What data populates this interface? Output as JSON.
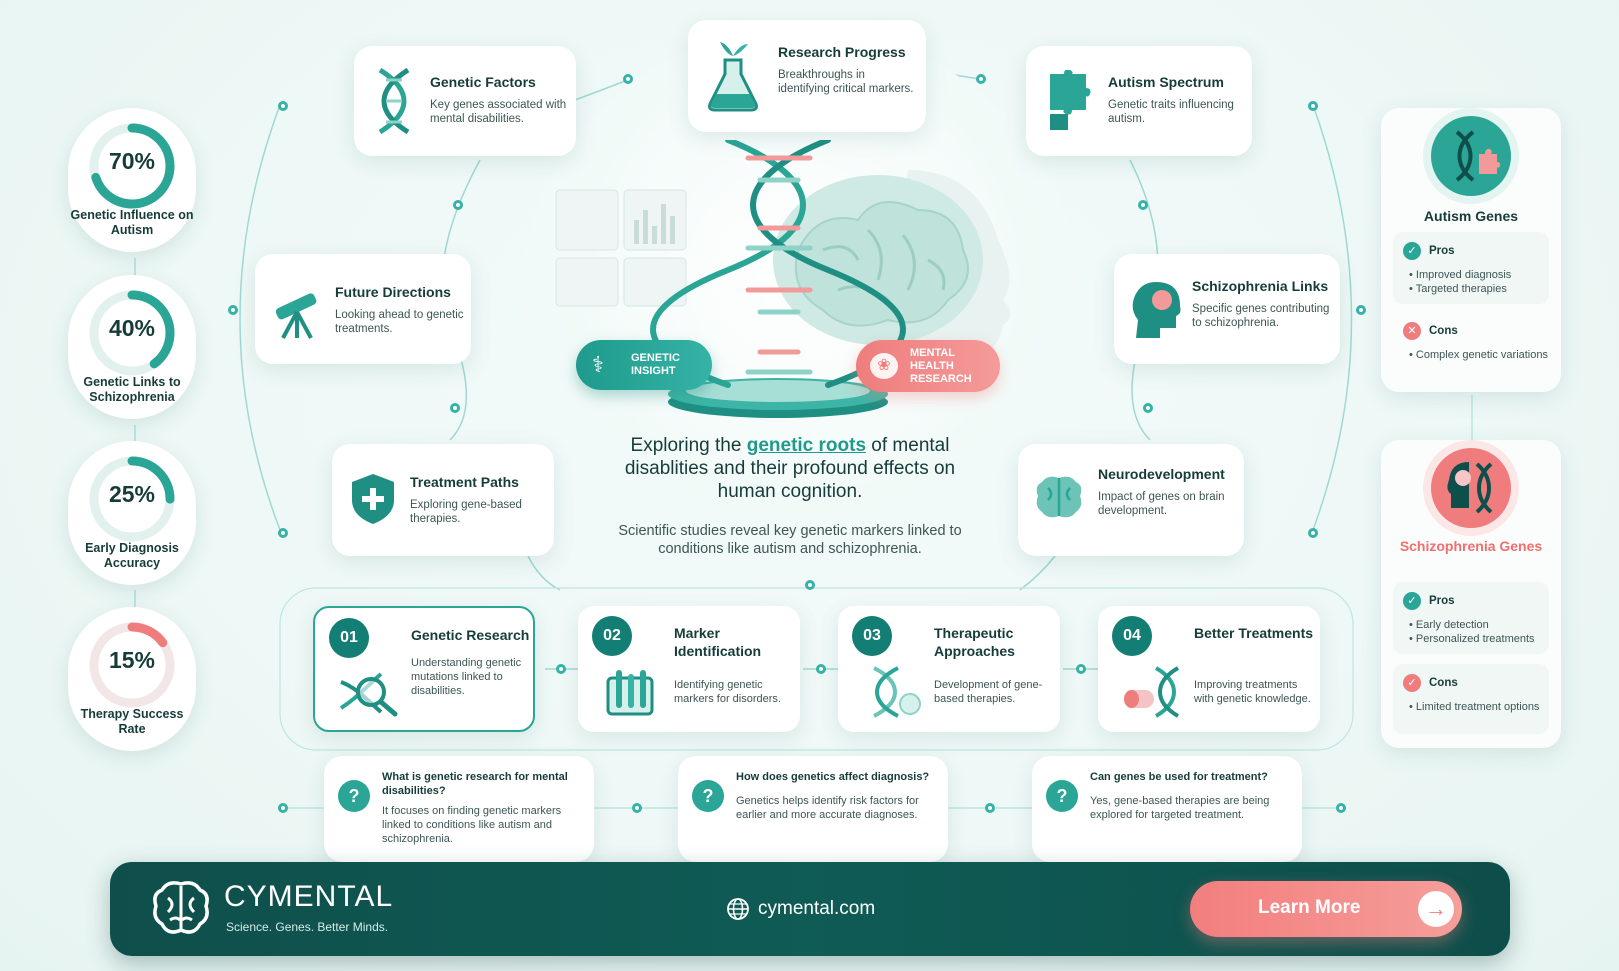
{
  "stats": [
    {
      "value": "70%",
      "label": "Genetic Influence on Autism",
      "fraction": 0.7,
      "color": "#2aa596"
    },
    {
      "value": "40%",
      "label": "Genetic Links to Schizophrenia",
      "fraction": 0.4,
      "color": "#2aa596"
    },
    {
      "value": "25%",
      "label": "Early Diagnosis Accuracy",
      "fraction": 0.25,
      "color": "#2aa596"
    },
    {
      "value": "15%",
      "label": "Therapy Success Rate",
      "fraction": 0.15,
      "color": "#ef7d7d"
    }
  ],
  "cards": {
    "genetic_factors": {
      "title": "Genetic Factors",
      "text": "Key genes associated with mental disabilities."
    },
    "research_progress": {
      "title": "Research Progress",
      "text": "Breakthroughs in identifying critical markers."
    },
    "autism_spectrum": {
      "title": "Autism Spectrum",
      "text": "Genetic traits influencing autism."
    },
    "future_directions": {
      "title": "Future Directions",
      "text": "Looking ahead to genetic treatments."
    },
    "schizophrenia_links": {
      "title": "Schizophrenia Links",
      "text": "Specific genes contributing to schizophrenia."
    },
    "treatment_paths": {
      "title": "Treatment Paths",
      "text": "Exploring gene-based therapies."
    },
    "neurodevelopment": {
      "title": "Neurodevelopment",
      "text": "Impact of genes on brain development."
    }
  },
  "hero": {
    "badge_left": "GENETIC INSIGHT",
    "badge_right": "MENTAL HEALTH RESEARCH",
    "headline_pre": "Exploring the ",
    "headline_highlight": "genetic roots",
    "headline_post": " of mental disablities and their profound effects on human cognition.",
    "subtext": "Scientific studies reveal key genetic markers linked to conditions like autism and schizophrenia."
  },
  "steps": [
    {
      "num": "01",
      "title": "Genetic Research",
      "text": "Understanding genetic mutations linked to disabilities."
    },
    {
      "num": "02",
      "title": "Marker Identification",
      "text": "Identifying genetic markers for disorders."
    },
    {
      "num": "03",
      "title": "Therapeutic Approaches",
      "text": "Development of gene-based therapies."
    },
    {
      "num": "04",
      "title": "Better Treatments",
      "text": "Improving treatments with genetic knowledge."
    }
  ],
  "faqs": [
    {
      "q": "?",
      "title": "What is genetic research for mental disabilities?",
      "text": "It focuses on finding genetic markers linked to conditions like autism and schizophrenia."
    },
    {
      "q": "?",
      "title": "How does genetics affect diagnosis?",
      "text": "Genetics helps identify risk factors for earlier and more accurate diagnoses."
    },
    {
      "q": "?",
      "title": "Can genes be used for treatment?",
      "text": "Yes, gene-based therapies are being explored for targeted treatment."
    }
  ],
  "autism_panel": {
    "title": "Autism Genes",
    "pros_label": "Pros",
    "pros": [
      "Improved diagnosis",
      "Targeted therapies"
    ],
    "cons_label": "Cons",
    "cons": [
      "Complex genetic variations"
    ],
    "pros_check": "✓",
    "cons_x": "✕"
  },
  "schizo_panel": {
    "title": "Schizophrenia Genes",
    "pros_label": "Pros",
    "pros": [
      "Early detection",
      "Personalized treatments"
    ],
    "cons_label": "Cons",
    "cons": [
      "Limited treatment options"
    ],
    "pros_check": "✓",
    "cons_check": "✓"
  },
  "footer": {
    "brand": "CYMENTAL",
    "tagline": "Science. Genes. Better Minds.",
    "website": "cymental.com",
    "cta": "Learn More",
    "cta_arrow": "→"
  },
  "colors": {
    "teal": "#2aa596",
    "dark_teal": "#0f4f4b",
    "coral": "#ef7d7d"
  }
}
